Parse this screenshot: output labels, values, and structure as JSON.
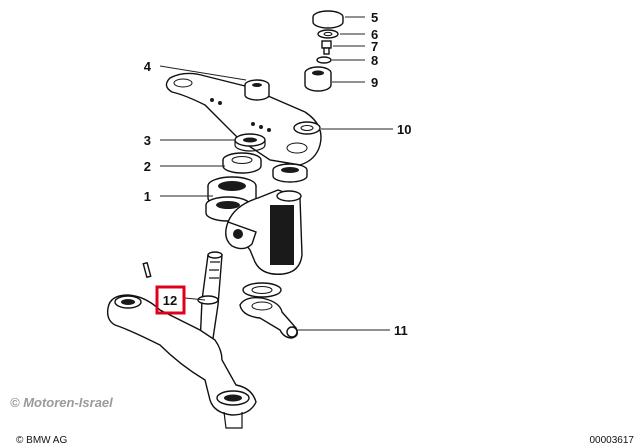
{
  "diagram": {
    "callouts": [
      {
        "id": "c1",
        "label": "1"
      },
      {
        "id": "c2",
        "label": "2"
      },
      {
        "id": "c3",
        "label": "3"
      },
      {
        "id": "c4",
        "label": "4"
      },
      {
        "id": "c5",
        "label": "5"
      },
      {
        "id": "c6",
        "label": "6"
      },
      {
        "id": "c7",
        "label": "7"
      },
      {
        "id": "c8",
        "label": "8"
      },
      {
        "id": "c9",
        "label": "9"
      },
      {
        "id": "c10",
        "label": "10"
      },
      {
        "id": "c11",
        "label": "11"
      },
      {
        "id": "c12",
        "label": "12"
      }
    ],
    "highlighted": "12",
    "highlight_color": "#e0001b"
  },
  "footer": {
    "watermark": "© Motoren-Israel",
    "copyright": "© BMW AG",
    "diagram_number": "00003617"
  }
}
